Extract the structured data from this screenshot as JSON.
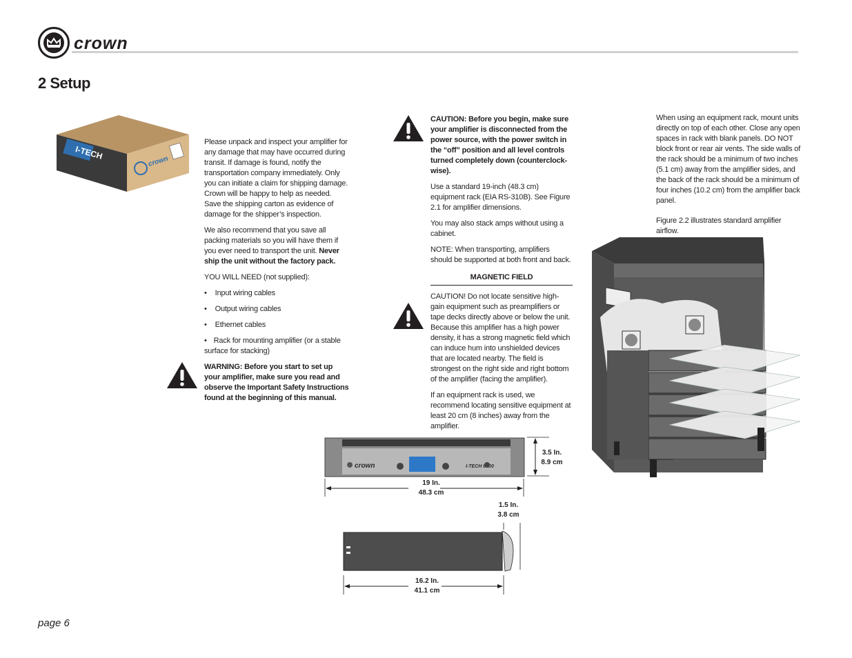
{
  "header": {
    "brand": "crown",
    "section_title": "2 Setup"
  },
  "box_image": {
    "brand": "crown",
    "product": "I-TECH"
  },
  "col1": {
    "p1": "Please unpack and inspect your amplifier for any damage that may have occurred during transit. If damage is found, notify the transportation company immediately. Only you can initiate a claim for shipping damage. Crown will be happy to help as needed. Save the shipping carton as evidence of damage for the shipper’s inspection.",
    "p2_normal": "We also recommend that you save all packing materials so you will have them if you ever need to transport the unit. ",
    "p2_bold": "Never ship the unit without the factory pack.",
    "need_heading": "YOU WILL NEED (not supplied):",
    "bullets": [
      "Input wiring cables",
      "Output wiring cables",
      "Ethernet cables",
      "Rack for mounting amplifier (or a stable surface for stacking)"
    ],
    "bullet_mark": "•",
    "warning": "WARNING: Before you start to set up your amplifier, make sure you read and observe the Important Safety Instructions found at the beginning of this manual."
  },
  "col2": {
    "caution": "CAUTION: Before you begin, make sure your amplifier is disconnected from the power source, with the power switch in the “off” position and all level controls turned completely down (counterclock-wise).",
    "p1": "Use a standard 19-inch (48.3 cm) equipment rack (EIA RS-310B). See Figure 2.1 for amplifier dimensions.",
    "p2": "You may also stack amps without using a cabinet.",
    "p3": "NOTE: When transporting, amplifiers should be supported at both front and back.",
    "subhead": "MAGNETIC FIELD",
    "magnetic_caution": "CAUTION! Do not locate sensitive high-gain equipment such as preamplifiers or tape decks directly above or below the unit. Because this amplifier has a high power density, it has a strong magnetic field which can induce hum into unshielded devices that are located nearby. The field is strongest on the right side and right bottom of the amplifier (facing the amplifier).",
    "p4": "If an equipment rack is used, we recommend locating sensitive equipment at least 20 cm (8 inches) away from the amplifier."
  },
  "col3": {
    "p1": "When using an equipment rack, mount units directly on top of each other. Close any open spaces in rack with blank panels. DO NOT block front or rear air vents. The side walls of the rack should be a minimum of two inches (5.1 cm) away from the amplifier sides, and the back of the rack should be a minimum of four inches (10.2 cm) from the amplifier back panel.",
    "p2": "Figure 2.2 illustrates standard amplifier airflow."
  },
  "dimensions": {
    "height_in": "3.5 In.",
    "height_cm": "8.9 cm",
    "width_in": "19 In.",
    "width_cm": "48.3 cm",
    "handle_in": "1.5 In.",
    "handle_cm": "3.8 cm",
    "depth_in": "16.2 In.",
    "depth_cm": "41.1 cm"
  },
  "amp_front": {
    "brand": "crown",
    "model": "I-TECH 6000"
  },
  "footer": {
    "page": "page 6"
  }
}
